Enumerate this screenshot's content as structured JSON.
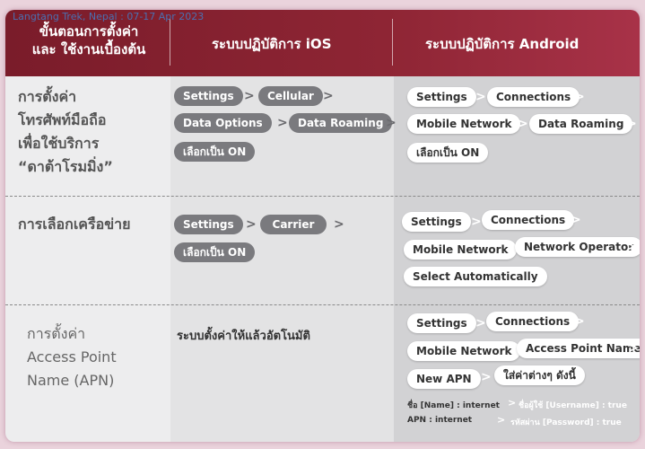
{
  "watermark": "Langtang Trek, Nepal : 07-17 Apr 2023",
  "header": {
    "col1_line1": "ขั้นตอนการตั้งค่า",
    "col1_line2": "และ ใช้งานเบื้องต้น",
    "col2": "ระบบปฏิบัติการ iOS",
    "col3": "ระบบปฏิบัติการ Android"
  },
  "rows": [
    {
      "label": [
        "การตั้งค่า",
        "โทรศัพท์มือถือ",
        "เพื่อใช้บริการ",
        "“ดาต้าโรมมิ่ง”"
      ],
      "ios": [
        "Settings",
        "Cellular",
        "Data Options",
        "Data Roaming",
        "เลือกเป็น ON"
      ],
      "android": [
        "Settings",
        "Connections",
        "Mobile Network",
        "Data Roaming",
        "เลือกเป็น ON"
      ]
    },
    {
      "label": [
        "การเลือกเครือข่าย"
      ],
      "ios": [
        "Settings",
        "Carrier",
        "เลือกเป็น ON"
      ],
      "android": [
        "Settings",
        "Connections",
        "Mobile Network",
        "Network Operator",
        "Select Automatically"
      ]
    },
    {
      "label": [
        "การตั้งค่า",
        "Access Point",
        "Name (APN)"
      ],
      "ios_text": "ระบบตั้งค่าให้แล้วอัตโนมัติ",
      "android": [
        "Settings",
        "Connections",
        "Mobile Network",
        "Access Point Name",
        "New APN",
        "ใส่ค่าต่างๆ ดังนี้"
      ],
      "notes": [
        "ชื่อ [Name] : internet",
        "ชื่อผู้ใช้ [Username] : true",
        "APN : internet",
        "รหัสผ่าน [Password] : true"
      ]
    }
  ],
  "arrow": ">"
}
